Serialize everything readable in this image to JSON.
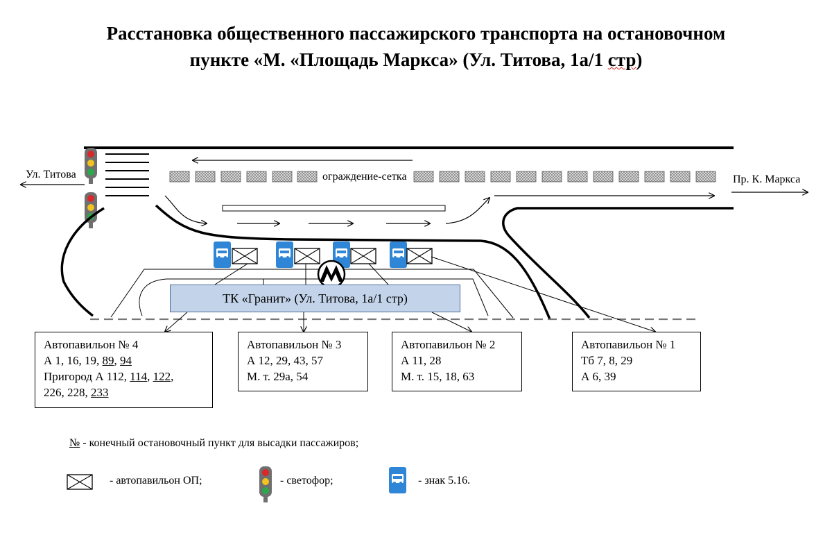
{
  "title": {
    "line1": "Расстановка общественного пассажирского транспорта на остановочном",
    "line2_main": "пункте «М. «Площадь Маркса» (Ул. Титова, 1а/1 ",
    "line2_wavy": "стр",
    "line2_end": ")"
  },
  "streets": {
    "left": "Ул. Титова",
    "right": "Пр. К. Маркса"
  },
  "fence_label": "ограждение-сетка",
  "metro_letter": "М",
  "mall_label": "ТК «Гранит» (Ул. Титова, 1а/1 стр)",
  "pavilions": [
    {
      "name": "Автопавильон № 4",
      "lines": [
        [
          {
            "t": "А 1, 16, 19, ",
            "u": false
          },
          {
            "t": "89",
            "u": true
          },
          {
            "t": ", ",
            "u": false
          },
          {
            "t": "94",
            "u": true
          }
        ],
        [
          {
            "t": "Пригород А 112, ",
            "u": false
          },
          {
            "t": "114",
            "u": true
          },
          {
            "t": ", ",
            "u": false
          },
          {
            "t": "122",
            "u": true
          },
          {
            "t": ",",
            "u": false
          }
        ],
        [
          {
            "t": "226, 228, ",
            "u": false
          },
          {
            "t": "233",
            "u": true
          }
        ]
      ]
    },
    {
      "name": "Автопавильон № 3",
      "lines": [
        [
          {
            "t": "А 12, 29, 43, 57",
            "u": false
          }
        ],
        [
          {
            "t": "М. т. 29а, 54",
            "u": false
          }
        ]
      ]
    },
    {
      "name": "Автопавильон № 2",
      "lines": [
        [
          {
            "t": "А 11, 28",
            "u": false
          }
        ],
        [
          {
            "t": "М. т. 15, 18, 63",
            "u": false
          }
        ]
      ]
    },
    {
      "name": "Автопавильон № 1",
      "lines": [
        [
          {
            "t": "Тб 7, 8, 29",
            "u": false
          }
        ],
        [
          {
            "t": "А 6, 39",
            "u": false
          }
        ]
      ]
    }
  ],
  "legend": {
    "terminal_symbol": "№",
    "terminal_text": " - конечный остановочный пункт для высадки пассажиров;",
    "pavilion_text": "- автопавильон ОП;",
    "traffic_light_text": "- светофор;",
    "sign_text": "- знак 5.16."
  },
  "colors": {
    "mall_fill": "#c3d4ea",
    "bus_sign_blue": "#2f86d6",
    "traffic_red": "#d8282c",
    "traffic_yellow": "#f2c21f",
    "traffic_green": "#2aa84a"
  }
}
